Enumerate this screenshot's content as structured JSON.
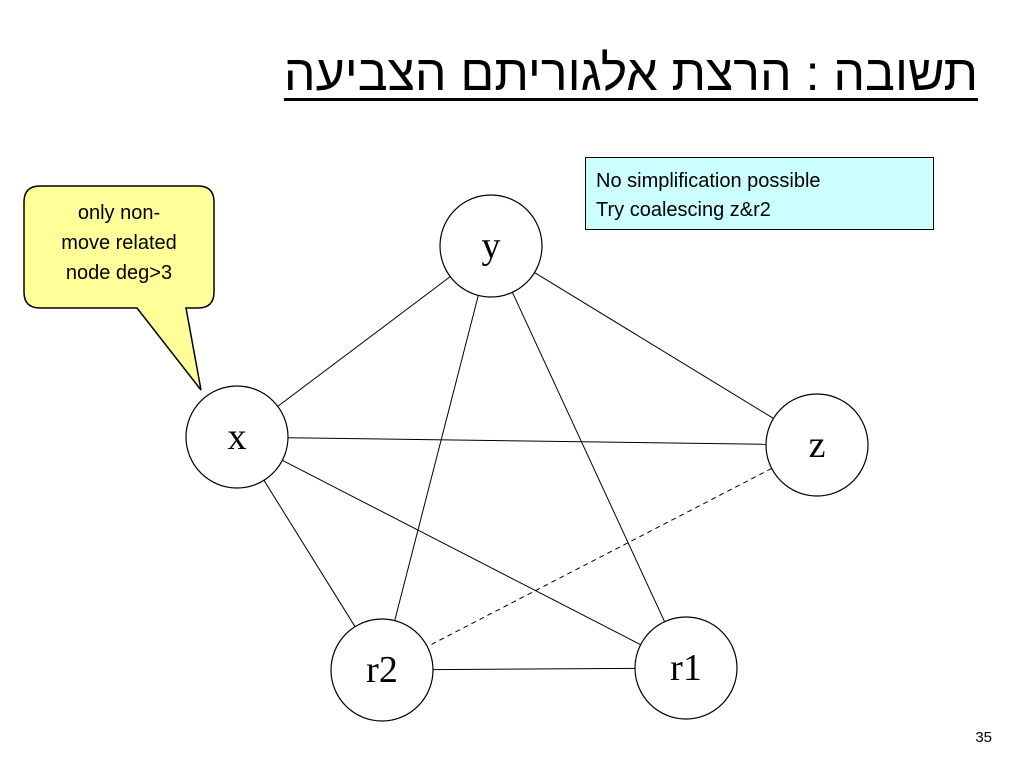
{
  "slide": {
    "title": "תשובה : הרצת אלגוריתם הצביעה",
    "slide_number": "35"
  },
  "info_box": {
    "lines": [
      "No simplification possible",
      "Try coalescing z&r2"
    ],
    "background": "#ccffff"
  },
  "callout": {
    "lines": [
      "only non-",
      "move related",
      "node deg>3"
    ],
    "background": "#ffff99",
    "points_to": "x"
  },
  "graph": {
    "nodes": [
      {
        "id": "y",
        "label": "y"
      },
      {
        "id": "x",
        "label": "x"
      },
      {
        "id": "z",
        "label": "z"
      },
      {
        "id": "r2",
        "label": "r2"
      },
      {
        "id": "r1",
        "label": "r1"
      }
    ],
    "edges": [
      {
        "from": "y",
        "to": "x",
        "style": "solid"
      },
      {
        "from": "y",
        "to": "z",
        "style": "solid"
      },
      {
        "from": "y",
        "to": "r2",
        "style": "solid"
      },
      {
        "from": "y",
        "to": "r1",
        "style": "solid"
      },
      {
        "from": "x",
        "to": "z",
        "style": "solid"
      },
      {
        "from": "x",
        "to": "r2",
        "style": "solid"
      },
      {
        "from": "x",
        "to": "r1",
        "style": "solid"
      },
      {
        "from": "r2",
        "to": "r1",
        "style": "solid"
      },
      {
        "from": "z",
        "to": "r2",
        "style": "dashed"
      }
    ]
  }
}
